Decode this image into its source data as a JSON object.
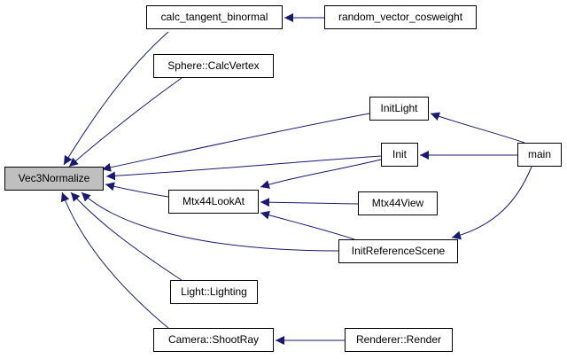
{
  "graph": {
    "nodes": {
      "vec3normalize": "Vec3Normalize",
      "calc_tangent_binormal": "calc_tangent_binormal",
      "random_vector_cosweight": "random_vector_cosweight",
      "sphere_calcvertex": "Sphere::CalcVertex",
      "initlight": "InitLight",
      "init": "Init",
      "main": "main",
      "mtx44lookat": "Mtx44LookAt",
      "mtx44view": "Mtx44View",
      "initreferencescene": "InitReferenceScene",
      "light_lighting": "Light::Lighting",
      "camera_shootray": "Camera::ShootRay",
      "renderer_render": "Renderer::Render"
    },
    "highlight_node": "vec3normalize",
    "colors": {
      "highlight_fill": "#bfbfbf",
      "node_fill": "#ffffff",
      "border": "#000000",
      "edge": "#191970"
    }
  }
}
